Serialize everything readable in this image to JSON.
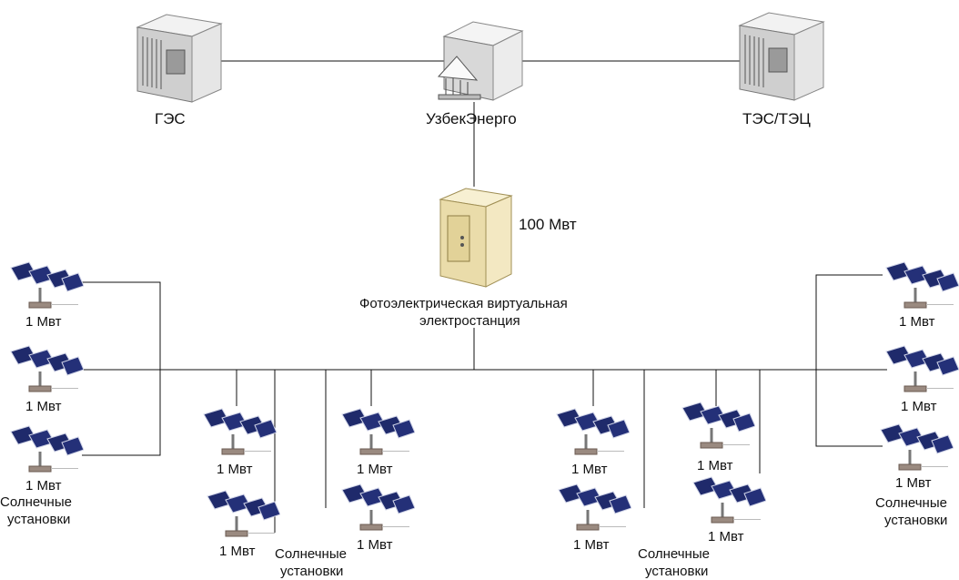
{
  "nodes": {
    "ges": {
      "label": "ГЭС",
      "icon": "server-tower-icon"
    },
    "uzbekenergo": {
      "label": "УзбекЭнерго",
      "icon": "office-building-icon"
    },
    "tes": {
      "label": "ТЭС/ТЭЦ",
      "icon": "server-tower-icon"
    },
    "vpp": {
      "capacity": "100 Мвт",
      "label_line1": "Фотоэлектрическая виртуальная",
      "label_line2": "электростанция",
      "icon": "beige-server-icon"
    }
  },
  "panels": [
    {
      "capacity": "1 Мвт"
    },
    {
      "capacity": "1 Мвт"
    },
    {
      "capacity": "1 Мвт"
    },
    {
      "capacity": "1 Мвт"
    },
    {
      "capacity": "1 Мвт"
    },
    {
      "capacity": "1 Мвт"
    },
    {
      "capacity": "1 Мвт"
    },
    {
      "capacity": "1 Мвт"
    },
    {
      "capacity": "1 Мвт"
    },
    {
      "capacity": "1 Мвт"
    },
    {
      "capacity": "1 Мвт"
    },
    {
      "capacity": "1 Мвт"
    },
    {
      "capacity": "1 Мвт"
    },
    {
      "capacity": "1 Мвт"
    }
  ],
  "groups": [
    {
      "line1": "Солнечные",
      "line2": "установки"
    },
    {
      "line1": "Солнечные",
      "line2": "установки"
    },
    {
      "line1": "Солнечные",
      "line2": "установки"
    },
    {
      "line1": "Солнечные",
      "line2": "установки"
    }
  ],
  "colors": {
    "line": "#111111",
    "panel": "#1f2a6b",
    "server": "#d9d9d9",
    "beige": "#e8dcb0"
  }
}
